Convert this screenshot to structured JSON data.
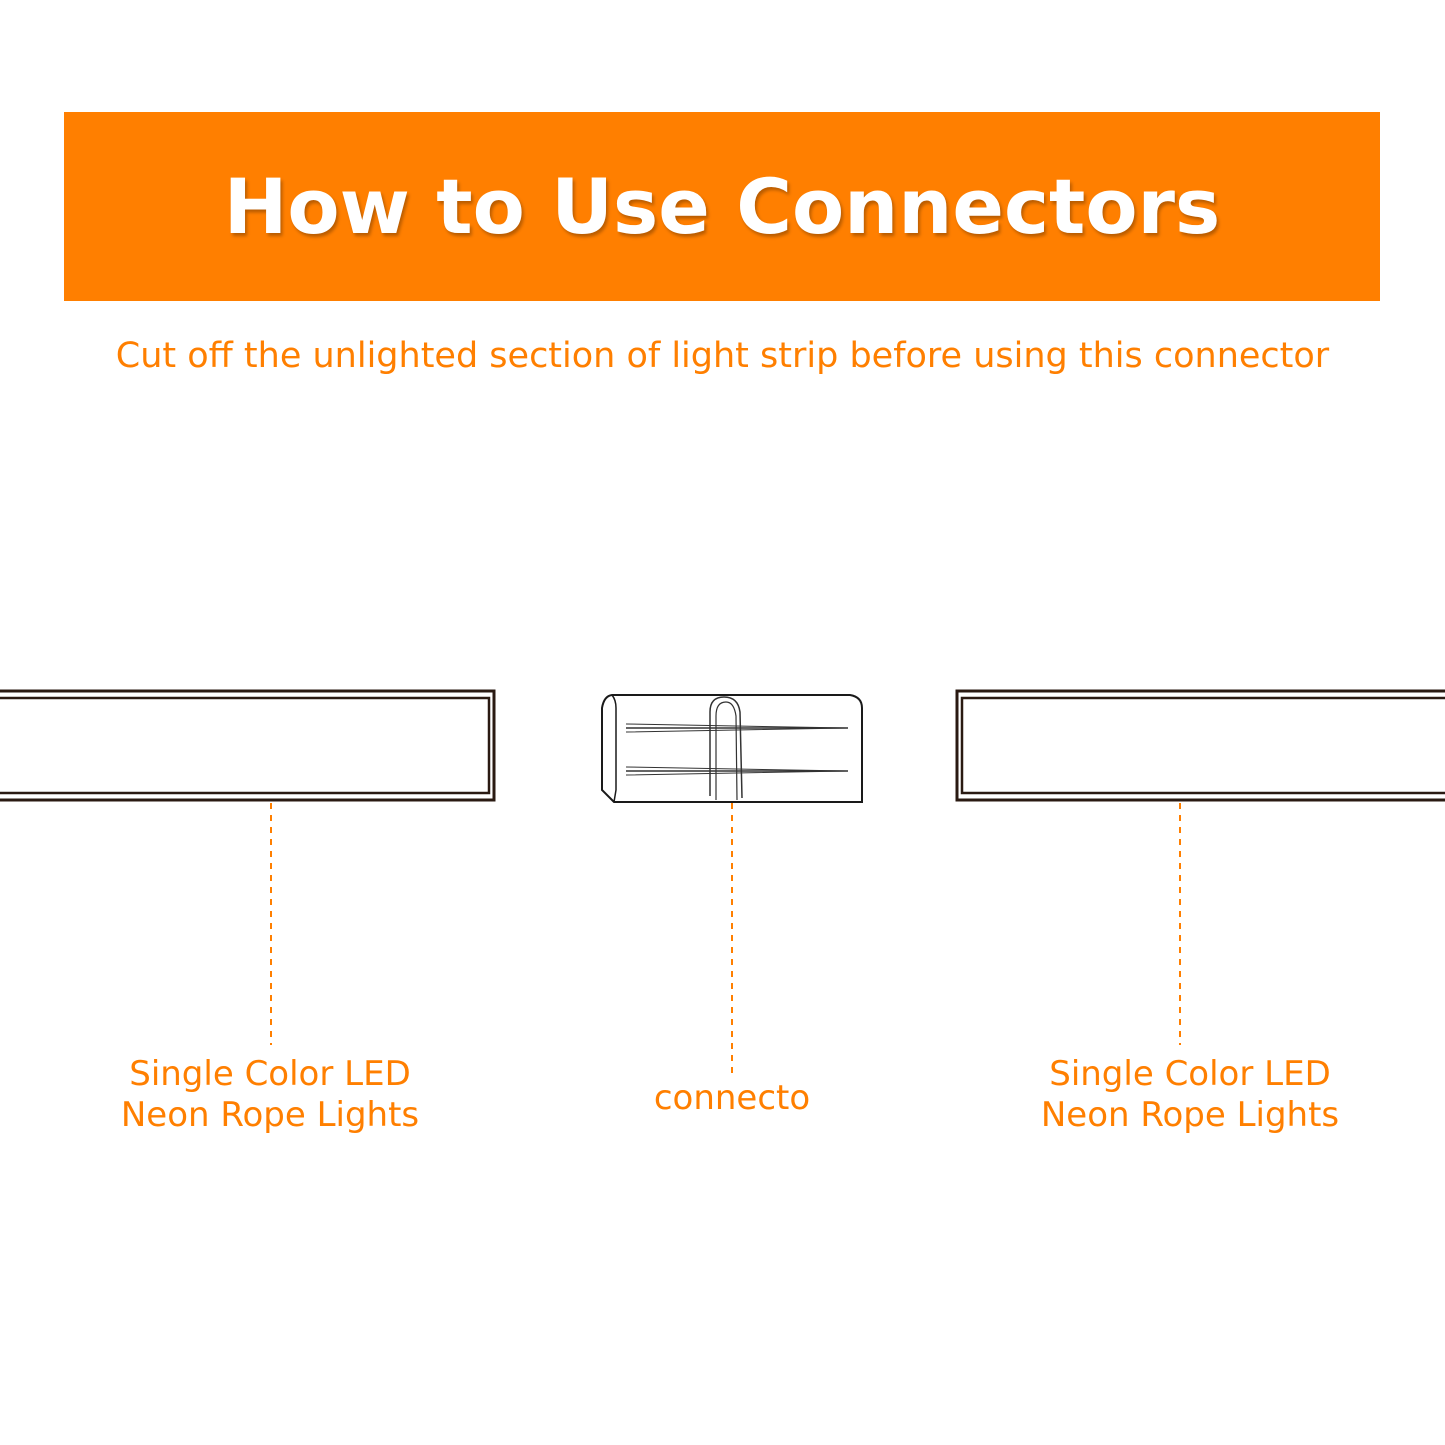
{
  "colors": {
    "accent": "#FF7F00",
    "outline": "#2a1a12",
    "background": "#FFFFFF"
  },
  "banner": {
    "title": "How to Use Connectors"
  },
  "subtitle": "Cut off the unlighted section of light strip before using this connector",
  "labels": {
    "left_line1": "Single Color LED",
    "left_line2": "Neon Rope Lights",
    "center": "connecto",
    "right_line1": "Single Color LED",
    "right_line2": "Neon Rope Lights"
  }
}
